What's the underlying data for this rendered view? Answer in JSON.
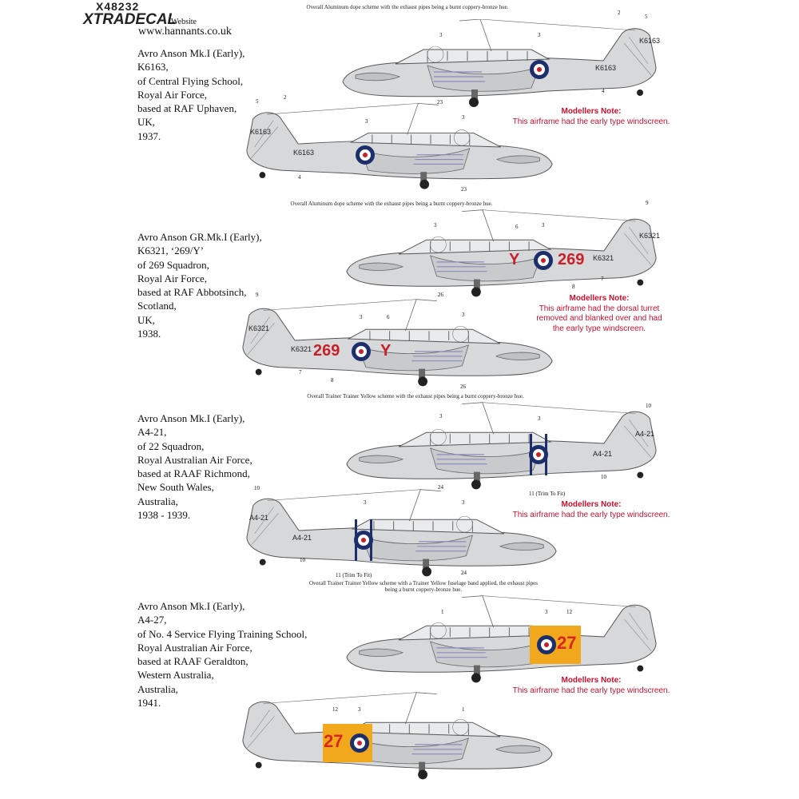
{
  "header": {
    "product_code": "X48232",
    "brand": "XTRADECAL",
    "website_label": "Website",
    "website_url": "www.hannants.co.uk"
  },
  "schemes": [
    "Overall Aluminum dope scheme with the exhaust pipes being a burnt coppery-bronze hue.",
    "Overall Aluminum dope scheme with the exhaust pipes being a burnt coppery-bronze hue.",
    "Overall Trainer Trainer Yellow scheme with the exhaust pipes being a burnt coppery-bronze hue.",
    "Overall Trainer Trainer Yellow scheme with a Trainer Yellow fuselage band applied, the exhaust pipes being a burnt coppery-bronze hue."
  ],
  "aircraft": [
    {
      "lines": [
        "Avro Anson Mk.I (Early),",
        "K6163,",
        "of Central Flying School,",
        "Royal Air Force,",
        "based at RAF Uphaven,",
        "UK,",
        "1937."
      ],
      "serial": "K6163",
      "fin": "K",
      "note_title": "Modellers Note:",
      "note_text": "This airframe had the early type windscreen."
    },
    {
      "lines": [
        "Avro Anson GR.Mk.I (Early),",
        "K6321, ‘269/Y’",
        "of 269 Squadron,",
        "Royal Air Force,",
        "based at RAF Abbotsinch,",
        "Scotland,",
        "UK,",
        "1938."
      ],
      "serial": "K6321",
      "fin": "K",
      "code_num": "269",
      "code_letter": "Y",
      "note_title": "Modellers Note:",
      "note_text": "This airframe had the dorsal turret removed and blanked over and had the early type windscreen."
    },
    {
      "lines": [
        "Avro Anson Mk.I (Early),",
        "A4-21,",
        "of 22 Squadron,",
        "Royal Australian Air Force,",
        "based at RAAF Richmond,",
        "New South Wales,",
        "Australia,",
        "1938 - 1939."
      ],
      "serial": "A4-21",
      "trim": "11 (Trim To Fit)",
      "note_title": "Modellers Note:",
      "note_text": "This airframe had the early type windscreen."
    },
    {
      "lines": [
        "Avro Anson Mk.I (Early),",
        "A4-27,",
        "of No. 4 Service Flying Training School,",
        "Royal Australian Air Force,",
        "based at RAAF Geraldton,",
        "Western Australia,",
        "Australia,",
        "1941."
      ],
      "code_num": "27",
      "note_title": "Modellers Note:",
      "note_text": "This airframe had the early type windscreen."
    }
  ],
  "callouts": {
    "c1": "1",
    "c2": "2",
    "c3": "3",
    "c4": "4",
    "c5": "5",
    "c6": "6",
    "c7": "7",
    "c8": "8",
    "c9": "9",
    "c10": "10",
    "c12": "12",
    "c23": "23",
    "c24": "24",
    "c26": "26"
  }
}
